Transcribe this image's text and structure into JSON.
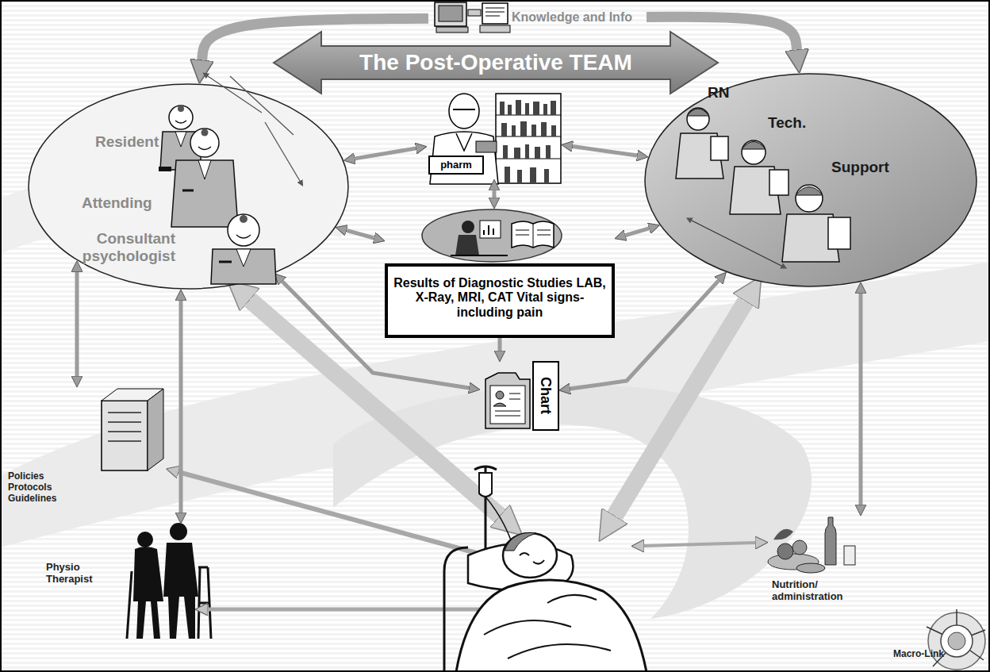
{
  "diagram": {
    "nodes": [
      {
        "text": [
          "Knowledge and Info"
        ]
      },
      {
        "text": [
          "The Post-Operative TEAM"
        ]
      },
      {
        "text": [
          "Resident",
          "Attending",
          "Consultant psychologist"
        ]
      },
      {
        "text": [
          "pharm"
        ]
      },
      {
        "text": [
          "RN",
          "Tech.",
          "Support"
        ]
      },
      {
        "text": [
          "Results of Diagnostic Studies LAB, X-Ray, MRI, CAT Vital signs-including pain"
        ]
      },
      {
        "text": [
          "Chart"
        ]
      },
      {
        "text": [
          "Policies Protocols Guidelines"
        ]
      },
      {
        "text": [
          "Physio Therapist"
        ]
      },
      {
        "text": [
          "Nutrition/ administration"
        ]
      }
    ],
    "edges": [
      {
        "from": 0,
        "to": 2,
        "arrow": "to"
      },
      {
        "from": 0,
        "to": 4,
        "arrow": "to"
      },
      {
        "from": 2,
        "to": 3,
        "arrow": "both"
      },
      {
        "from": 3,
        "to": 4,
        "arrow": "both"
      },
      {
        "from": 3,
        "to": 5,
        "arrow": "both"
      },
      {
        "from": 2,
        "to": 5,
        "arrow": "both"
      },
      {
        "from": 4,
        "to": 5,
        "arrow": "both"
      },
      {
        "from": 5,
        "to": 6,
        "arrow": "to"
      },
      {
        "from": 2,
        "to": 6,
        "arrow": "both"
      },
      {
        "from": 4,
        "to": 6,
        "arrow": "both"
      },
      {
        "from": 2,
        "to": 7,
        "arrow": "both"
      },
      {
        "from": 2,
        "to": 8,
        "arrow": "both"
      },
      {
        "from": 4,
        "to": 9,
        "arrow": "both"
      }
    ],
    "labels": [
      "Macro-Link"
    ]
  }
}
